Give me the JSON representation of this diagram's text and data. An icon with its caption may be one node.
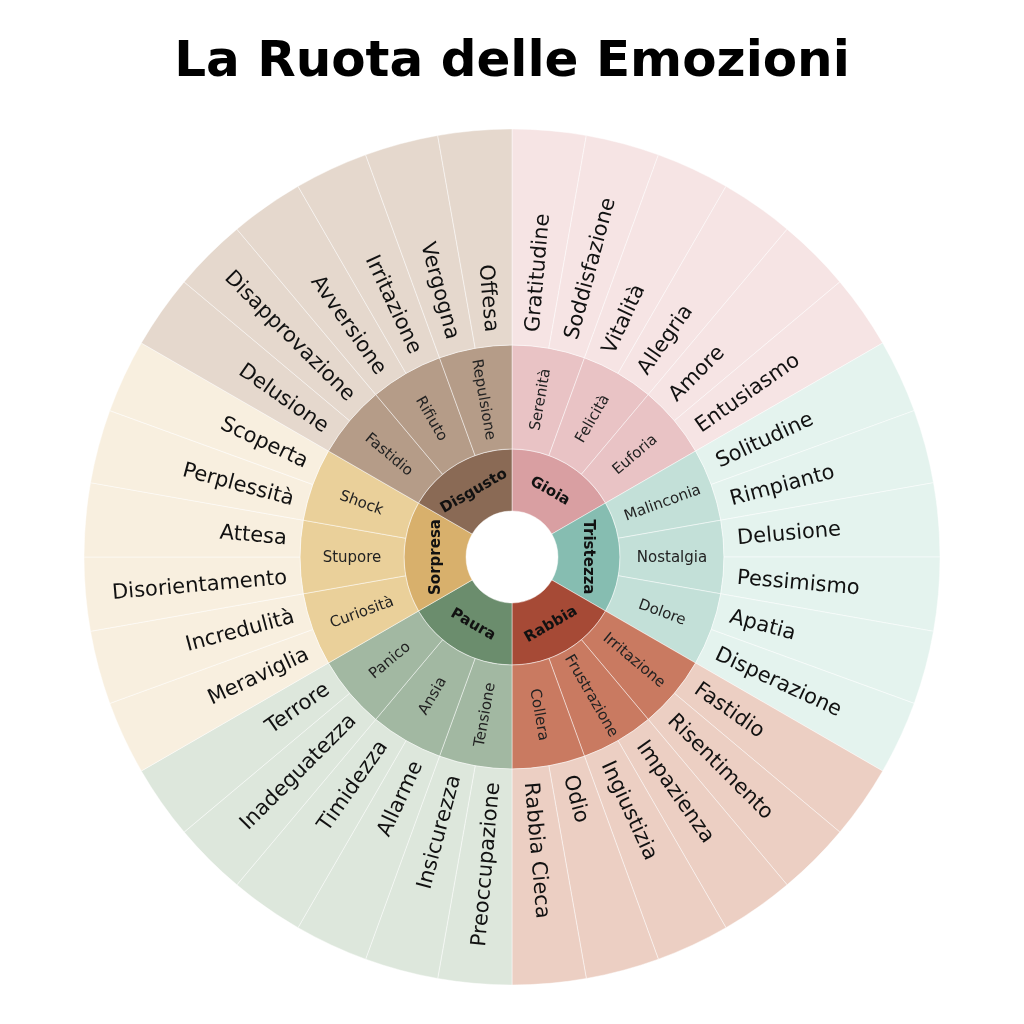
{
  "diagram": {
    "title": "La Ruota delle Emozioni",
    "nodes": [
      {
        "text": [
          "Gioia"
        ]
      },
      {
        "text": [
          "Serenità"
        ]
      },
      {
        "text": [
          "Felicità"
        ]
      },
      {
        "text": [
          "Euforia"
        ]
      },
      {
        "text": [
          "Gratitudine"
        ]
      },
      {
        "text": [
          "Soddisfazione"
        ]
      },
      {
        "text": [
          "Vitalità"
        ]
      },
      {
        "text": [
          "Allegria"
        ]
      },
      {
        "text": [
          "Amore"
        ]
      },
      {
        "text": [
          "Entusiasmo"
        ]
      },
      {
        "text": [
          "Tristezza"
        ]
      },
      {
        "text": [
          "Malinconia"
        ]
      },
      {
        "text": [
          "Nostalgia"
        ]
      },
      {
        "text": [
          "Dolore"
        ]
      },
      {
        "text": [
          "Solitudine"
        ]
      },
      {
        "text": [
          "Rimpianto"
        ]
      },
      {
        "text": [
          "Delusione"
        ]
      },
      {
        "text": [
          "Pessimismo"
        ]
      },
      {
        "text": [
          "Apatia"
        ]
      },
      {
        "text": [
          "Disperazione"
        ]
      },
      {
        "text": [
          "Rabbia"
        ]
      },
      {
        "text": [
          "Irritazione"
        ]
      },
      {
        "text": [
          "Frustrazione"
        ]
      },
      {
        "text": [
          "Collera"
        ]
      },
      {
        "text": [
          "Fastidio"
        ]
      },
      {
        "text": [
          "Risentimento"
        ]
      },
      {
        "text": [
          "Impazienza"
        ]
      },
      {
        "text": [
          "Ingiustizia"
        ]
      },
      {
        "text": [
          "Odio"
        ]
      },
      {
        "text": [
          "Rabbia Cieca"
        ]
      },
      {
        "text": [
          "Paura"
        ]
      },
      {
        "text": [
          "Tensione"
        ]
      },
      {
        "text": [
          "Ansia"
        ]
      },
      {
        "text": [
          "Panico"
        ]
      },
      {
        "text": [
          "Preoccupazione"
        ]
      },
      {
        "text": [
          "Insicurezza"
        ]
      },
      {
        "text": [
          "Allarme"
        ]
      },
      {
        "text": [
          "Timidezza"
        ]
      },
      {
        "text": [
          "Inadeguatezza"
        ]
      },
      {
        "text": [
          "Terrore"
        ]
      },
      {
        "text": [
          "Sorpresa"
        ]
      },
      {
        "text": [
          "Curiosità"
        ]
      },
      {
        "text": [
          "Stupore"
        ]
      },
      {
        "text": [
          "Shock"
        ]
      },
      {
        "text": [
          "Meraviglia"
        ]
      },
      {
        "text": [
          "Incredulità"
        ]
      },
      {
        "text": [
          "Disorientamento"
        ]
      },
      {
        "text": [
          "Attesa"
        ]
      },
      {
        "text": [
          "Perplessità"
        ]
      },
      {
        "text": [
          "Scoperta"
        ]
      },
      {
        "text": [
          "Disgusto"
        ]
      },
      {
        "text": [
          "Fastidio"
        ]
      },
      {
        "text": [
          "Rifiuto"
        ]
      },
      {
        "text": [
          "Repulsione"
        ]
      },
      {
        "text": [
          "Delusione"
        ]
      },
      {
        "text": [
          "Disapprovazione"
        ]
      },
      {
        "text": [
          "Avversione"
        ]
      },
      {
        "text": [
          "Irritazione"
        ]
      },
      {
        "text": [
          "Vergogna"
        ]
      },
      {
        "text": [
          "Offesa"
        ]
      }
    ]
  }
}
